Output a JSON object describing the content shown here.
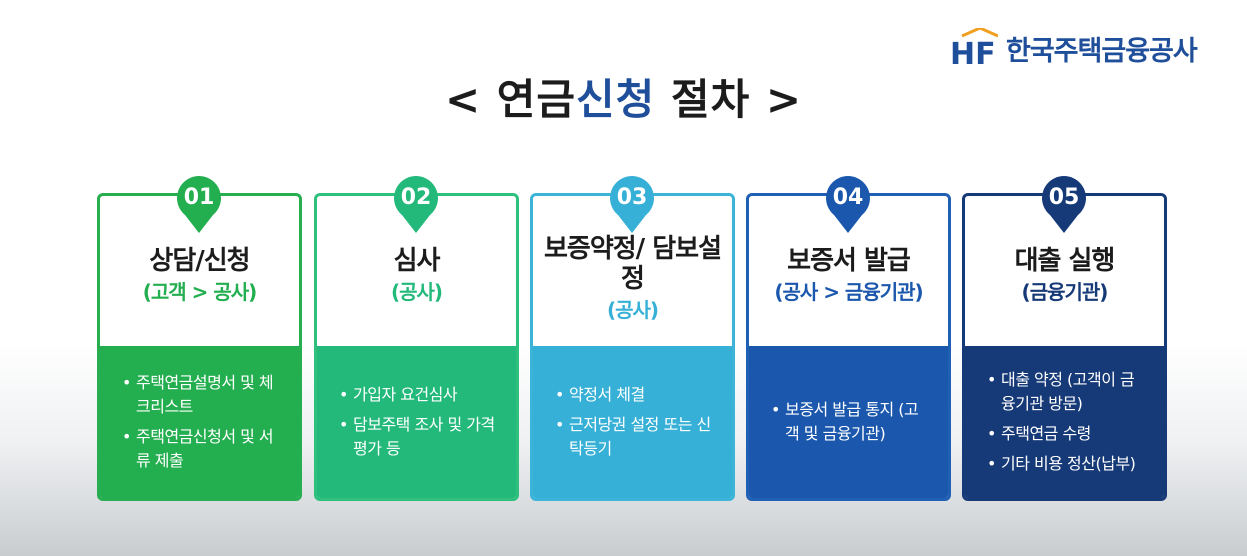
{
  "logo": {
    "mark": "HF",
    "name": "한국주택금융공사",
    "color": "#1f4e9a"
  },
  "title": {
    "prefix": "< 연금",
    "accent": "신청",
    "suffix": " 절차 >"
  },
  "steps": [
    {
      "num": "01",
      "title": "상담/신청",
      "sub": "(고객 > 공사)",
      "color": "#23ae4f",
      "items": [
        "주택연금설명서 및 체크리스트",
        "주택연금신청서 및 서류 제출"
      ]
    },
    {
      "num": "02",
      "title": "심사",
      "sub": "(공사)",
      "color": "#22b97a",
      "items": [
        "가입자 요건심사",
        "담보주택 조사 및 가격평가 등"
      ]
    },
    {
      "num": "03",
      "title": "보증약정/ 담보설정",
      "sub": "(공사)",
      "color": "#36b0d6",
      "items": [
        "약정서 체결",
        "근저당권 설정 또는 신탁등기"
      ]
    },
    {
      "num": "04",
      "title": "보증서 발급",
      "sub": "(공사 > 금융기관)",
      "color": "#1b58ad",
      "items": [
        "보증서 발급 통지 (고객 및 금융기관)"
      ]
    },
    {
      "num": "05",
      "title": "대출 실행",
      "sub": "(금융기관)",
      "color": "#163a78",
      "items": [
        "대출 약정 (고객이 금융기관 방문)",
        "주택연금 수령",
        "기타 비용 정산(납부)"
      ]
    }
  ]
}
